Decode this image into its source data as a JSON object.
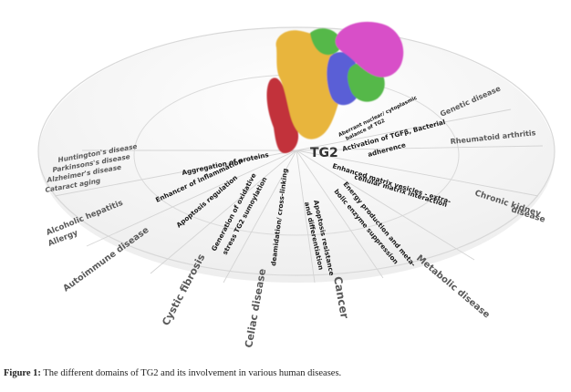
{
  "figure": {
    "center_label": "TG2",
    "caption_label": "Figure 1:",
    "caption_text": " The different domains of TG2 and its involvement in various human diseases.",
    "domain_colors": {
      "yellow": "#e8b53e",
      "red": "#c2303a",
      "green": "#55b848",
      "blue": "#5a5fd6",
      "magenta": "#d84fc8"
    },
    "functions": [
      "Aggregation of proteins",
      "Enhancer of inflammation",
      "Apoptosis regulation",
      "Generation of oxidative",
      "stress TG2 sumoylation",
      "deamidation/ cross-linking",
      "Apoptosis resistance",
      "and differentiation",
      "Energy production and meta-",
      "bolic enzyme suppression",
      "Enhanced matrix vesicles - extra-",
      "cellular matrix interaction",
      "Activation of TGFβ, Bacterial",
      "adherence",
      "Aberrant nuclear/ cytoplasmic",
      "balance of TG2"
    ],
    "diseases": {
      "neuro": [
        "Huntington's disease",
        "Parkinsons's disease",
        "Alzheimer's disease",
        "Cataract aging"
      ],
      "hepatitis": [
        "Alcoholic hepatitis",
        "Allergy"
      ],
      "autoimmune": "Autoimmune disease",
      "cystic": "Cystic fibrosis",
      "celiac": "Celiac disease",
      "cancer": "Cancer",
      "metabolic": "Metabolic disease",
      "kidney": [
        "Chronic kidney",
        "disease"
      ],
      "rheumatoid": "Rheumatoid arthritis",
      "genetic": "Genetic disease"
    }
  }
}
